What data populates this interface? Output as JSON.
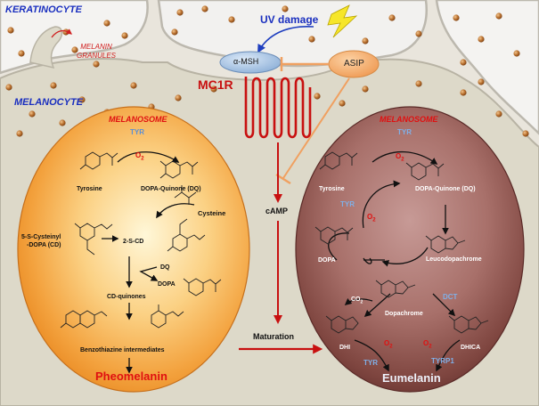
{
  "cells": {
    "keratinocyte": "KERATINOCYTE",
    "melanocyte": "MELANOCYTE",
    "melanin_granules": "MELANIN\nGRANULES"
  },
  "signaling": {
    "uv_damage": "UV damage",
    "alpha_msh": "α-MSH",
    "asip": "ASIP",
    "mc1r": "MC1R",
    "camp": "cAMP",
    "maturation": "Maturation"
  },
  "left_melanosome": {
    "title": "MELANOSOME",
    "tyr": "TYR",
    "o2": "O",
    "o2_sub": "2",
    "tyrosine": "Tyrosine",
    "dopaquinone": "DOPA-Quinone (DQ)",
    "cysteine": "Cysteine",
    "cysteinyl_dopa_1": "5-S-Cysteinyl",
    "cysteinyl_dopa_2": "-DOPA (CD)",
    "scd": "2-S-CD",
    "dq": "DQ",
    "dopa": "DOPA",
    "cd_quinones": "CD-quinones",
    "benzothiazine": "Benzothiazine intermediates",
    "pheomelanin": "Pheomelanin"
  },
  "right_melanosome": {
    "title": "MELANOSOME",
    "tyr_top": "TYR",
    "o2_top": "O",
    "o2_top_sub": "2",
    "tyrosine": "Tyrosine",
    "dopaquinone": "DOPA-Quinone (DQ)",
    "tyr_mid": "TYR",
    "o2_mid": "O",
    "o2_mid_sub": "2",
    "dopa": "DOPA",
    "leucodopachrome": "Leucodopachrome",
    "co2": "CO",
    "co2_sub": "2",
    "dct": "DCT",
    "dopachrome": "Dopachrome",
    "dhi": "DHI",
    "dhica": "DHICA",
    "o2_dhi": "O",
    "o2_dhi_sub": "2",
    "o2_dhica": "O",
    "o2_dhica_sub": "2",
    "tyr_bottom": "TYR",
    "tyrp1": "TYRP1",
    "eumelanin": "Eumelanin"
  },
  "colors": {
    "uv_arrow": "#1f3fbf",
    "signal_arrow": "#c81010",
    "asip_inhibit": "#f0a060",
    "title_blue": "#1a2fbf",
    "pheomelanin": "#e01010"
  }
}
